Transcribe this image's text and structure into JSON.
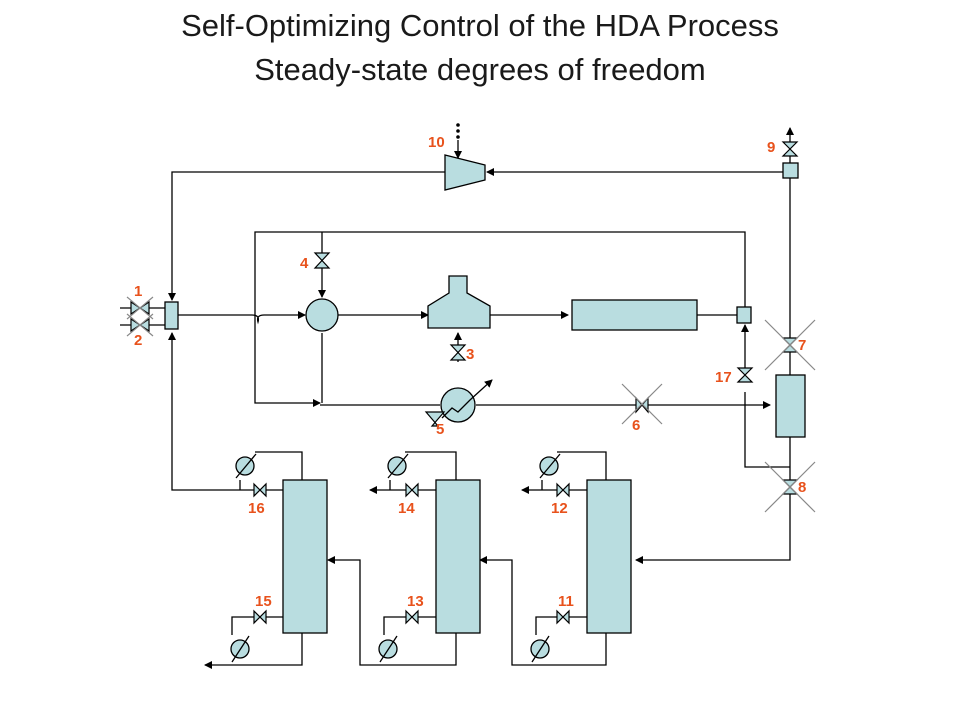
{
  "title": {
    "line1": "Self-Optimizing Control of the HDA Process",
    "line2": "Steady-state degrees of freedom"
  },
  "colors": {
    "equipment_fill": "#b9dde0",
    "label": "#e8521c",
    "line": "#000000",
    "cross": "#888888"
  },
  "labels": {
    "l1": "1",
    "l2": "2",
    "l3": "3",
    "l4": "4",
    "l5": "5",
    "l6": "6",
    "l7": "7",
    "l8": "8",
    "l9": "9",
    "l10": "10",
    "l11": "11",
    "l12": "12",
    "l13": "13",
    "l14": "14",
    "l15": "15",
    "l16": "16",
    "l17": "17"
  }
}
